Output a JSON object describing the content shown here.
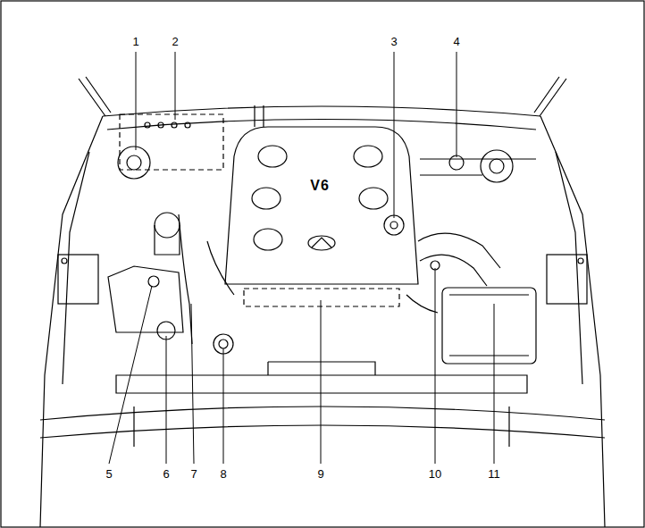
{
  "diagram": {
    "labels": [
      "1",
      "2",
      "3",
      "4",
      "5",
      "6",
      "7",
      "8",
      "9",
      "10",
      "11",
      "V6"
    ]
  }
}
